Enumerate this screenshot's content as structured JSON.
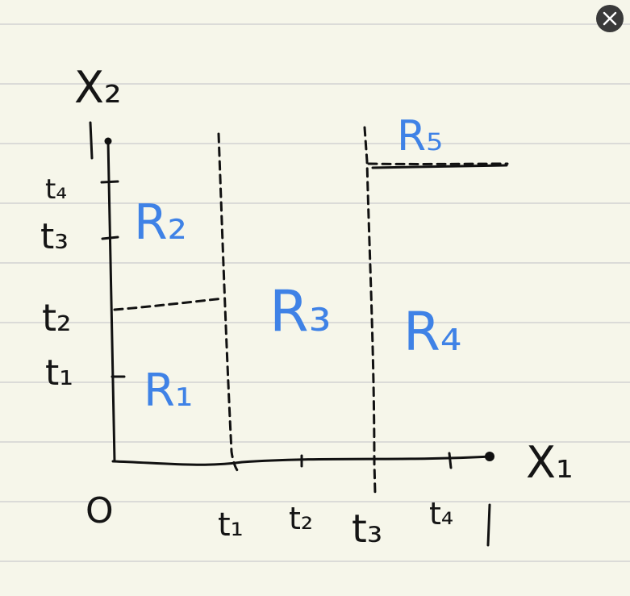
{
  "paper": {
    "background": "#f6f6ea",
    "rule_color": "#cfcfcf"
  },
  "close": {
    "icon": "close-icon"
  },
  "axes": {
    "y_title": "X₂",
    "x_title": "X₁",
    "origin": "O",
    "x_end": "1",
    "y_end": "1"
  },
  "x_ticks": [
    "t₁",
    "t₂",
    "t₃",
    "t₄"
  ],
  "y_ticks": [
    "t₄",
    "t₃",
    "t₂",
    "t₁"
  ],
  "regions": [
    "R₁",
    "R₂",
    "R₃",
    "R₄",
    "R₅"
  ],
  "colors": {
    "ink": "#111111",
    "region_label": "#3f82e6"
  }
}
